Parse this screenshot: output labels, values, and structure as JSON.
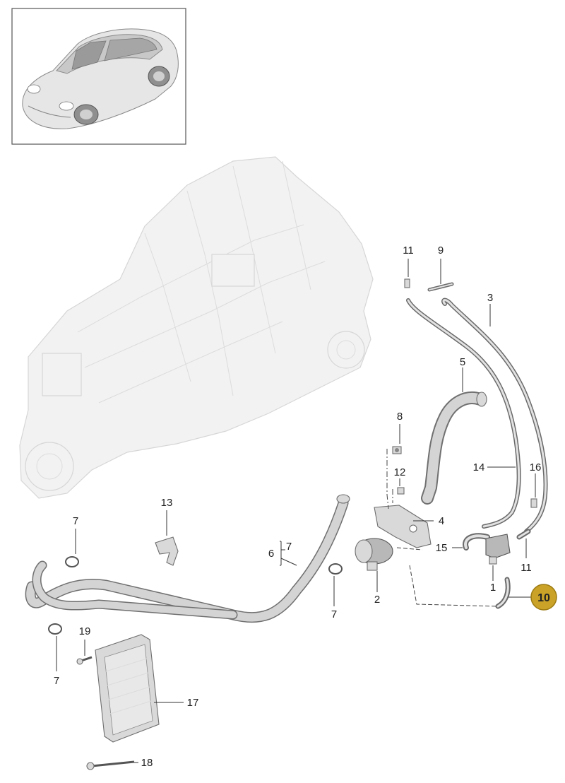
{
  "labels": {
    "p1": "1",
    "p2": "2",
    "p3": "3",
    "p4": "4",
    "p5": "5",
    "p6": "6",
    "p7_bracket": "7",
    "p7_top_left": "7",
    "p7_bottom_left": "7",
    "p7_center": "7",
    "p8": "8",
    "p9": "9",
    "p10": "10",
    "p11_top": "11",
    "p11_right": "11",
    "p12": "12",
    "p13": "13",
    "p14": "14",
    "p15": "15",
    "p16": "16",
    "p17": "17",
    "p18": "18",
    "p19": "19"
  },
  "colors": {
    "highlight_badge": "#c9a227",
    "highlight_badge_border": "#9c7a12",
    "transmission_ghost": "#f2f2f2"
  }
}
